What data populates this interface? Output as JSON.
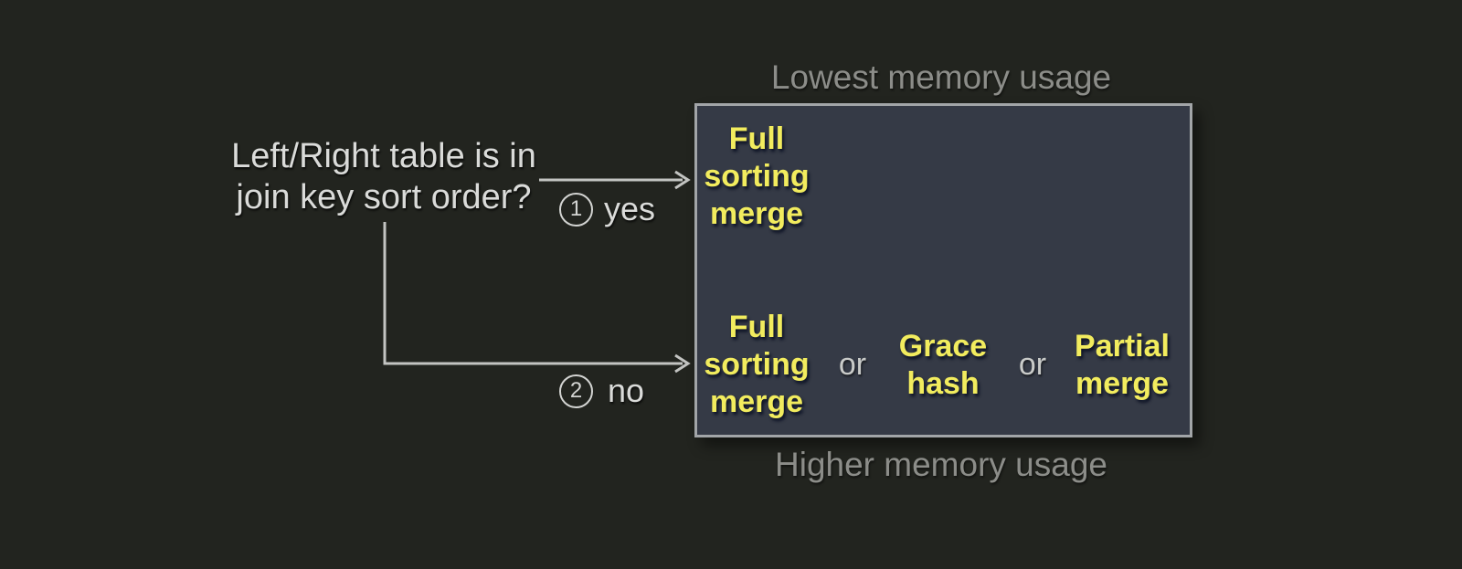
{
  "diagram": {
    "question": {
      "line1": "Left/Right table is in",
      "line2": "join key sort order?"
    },
    "branch_yes": {
      "number": "1",
      "label": "yes"
    },
    "branch_no": {
      "number": "2",
      "label": "no"
    },
    "memory_top_label": "Lowest memory usage",
    "memory_bottom_label": "Higher memory usage",
    "or_label": "or",
    "sorted_row_option": "Full\nsorting\nmerge",
    "unsorted_row_options": [
      "Full\nsorting\nmerge",
      "Grace\nhash",
      "Partial\nmerge"
    ]
  },
  "colors": {
    "background": "#22241f",
    "box_fill": "#353a46",
    "box_border": "#a2a5a8",
    "algorithm_yellow": "#f2ec5e",
    "question_white": "#dadbd9",
    "memory_gray": "#8c8d89",
    "arrow_gray": "#c3c4c2"
  }
}
